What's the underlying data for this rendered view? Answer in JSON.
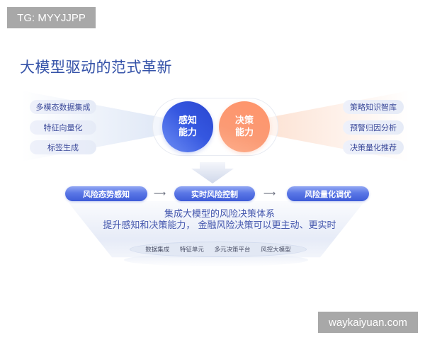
{
  "watermarks": {
    "top_left": "TG: MYYJJPP",
    "bottom_right": "waykaiyuan.com"
  },
  "title": "大模型驱动的范式革新",
  "left_tags": [
    {
      "label": "多模态数据集成"
    },
    {
      "label": "特征向量化"
    },
    {
      "label": "标签生成"
    }
  ],
  "right_tags": [
    {
      "label": "策略知识智库"
    },
    {
      "label": "预警归因分析"
    },
    {
      "label": "决策量化推荐"
    }
  ],
  "capabilities": {
    "perception": {
      "line1": "感知",
      "line2": "能力",
      "color": "#3557e0"
    },
    "decision": {
      "line1": "决策",
      "line2": "能力",
      "color": "#fb9a74"
    }
  },
  "flow": {
    "steps": [
      {
        "label": "风险态势感知"
      },
      {
        "label": "实时风险控制"
      },
      {
        "label": "风险量化调优"
      }
    ],
    "arrow": "⟶"
  },
  "summary": {
    "line1": "集成大模型的风险决策体系",
    "line2": "提升感知和决策能力， 金融风险决策可以更主动、更实时"
  },
  "foundation": {
    "items": [
      {
        "label": "数据集成"
      },
      {
        "label": "特征单元"
      },
      {
        "label": "多元决策平台"
      },
      {
        "label": "风控大模型"
      }
    ]
  },
  "colors": {
    "title": "#3452a8",
    "primary_blue": "#3e5cd8",
    "accent_orange": "#fb9a74"
  }
}
